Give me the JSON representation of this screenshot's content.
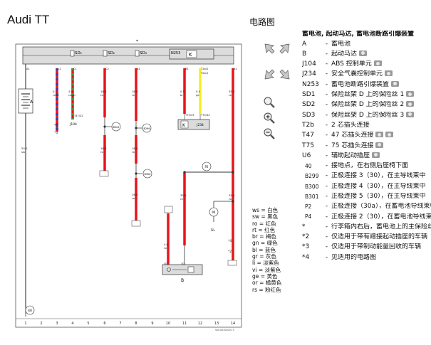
{
  "header": {
    "model": "Audi TT",
    "diagram_label": "电路图"
  },
  "legend": {
    "title": "蓄电池, 起动马达, 蓄电池断路引爆装置",
    "items": [
      {
        "code": "A",
        "dash": "-",
        "desc": "蓄电池",
        "photo": false
      },
      {
        "code": "B",
        "dash": "-",
        "desc": "起动马达",
        "photo": true
      },
      {
        "code": "J104",
        "dash": "-",
        "desc": "ABS 控制单元",
        "photo": true
      },
      {
        "code": "J234",
        "dash": "-",
        "desc": "安全气囊控制单元",
        "photo": true
      },
      {
        "code": "N253",
        "dash": "-",
        "desc": "蓄电池断路引爆装置",
        "photo": true
      },
      {
        "code": "SD1",
        "dash": "-",
        "desc": "保险丝架 D 上的保险丝 1",
        "photo": true
      },
      {
        "code": "SD2",
        "dash": "-",
        "desc": "保险丝架 D 上的保险丝 2",
        "photo": true
      },
      {
        "code": "SD3",
        "dash": "-",
        "desc": "保险丝架 D 上的保险丝 3",
        "photo": true
      },
      {
        "code": "T2b",
        "dash": "-",
        "desc": "2 芯插头连接",
        "photo": false
      },
      {
        "code": "T47",
        "dash": "-",
        "desc": "47 芯插头连接",
        "photo": true,
        "photo2": true
      },
      {
        "code": "T75",
        "dash": "-",
        "desc": "75 芯插头连接",
        "photo": true
      },
      {
        "code": "U6",
        "dash": "-",
        "desc": "辅助起动插座",
        "photo": true
      },
      {
        "code": "40",
        "dash": "-",
        "desc": "接地点，在右侧后座椅下面",
        "photo": false,
        "small": true
      },
      {
        "code": "B299",
        "dash": "-",
        "desc": "正极连接 3（30），在主导线束中",
        "photo": false,
        "small": true
      },
      {
        "code": "B300",
        "dash": "-",
        "desc": "正极连接 4（30），在主导线束中",
        "photo": false,
        "small": true
      },
      {
        "code": "B301",
        "dash": "-",
        "desc": "正极连接 5（30），在主导线束中",
        "photo": false,
        "small": true
      },
      {
        "code": "P2",
        "dash": "-",
        "desc": "正极连接（30a），在蓄电池导线束中",
        "photo": false,
        "small": true
      },
      {
        "code": "P4",
        "dash": "-",
        "desc": "正极连接 2（30），在蓄电池导线束中",
        "photo": false,
        "small": true
      },
      {
        "code": "*",
        "dash": "-",
        "desc": "行李箱内右后，蓄电池上的主保险丝",
        "photo": false
      },
      {
        "code": "*2",
        "dash": "-",
        "desc": "仅适用于带有蹭接起动插座的车辆",
        "photo": false
      },
      {
        "code": "*3",
        "dash": "-",
        "desc": "仅适用于带制动能量回收的车辆",
        "photo": false
      },
      {
        "code": "*4",
        "dash": "-",
        "desc": "见适用的电路图",
        "photo": false
      }
    ]
  },
  "wire_colors": [
    {
      "code": "ws",
      "name": "白色"
    },
    {
      "code": "sw",
      "name": "黑色"
    },
    {
      "code": "ro",
      "name": "红色"
    },
    {
      "code": "rt",
      "name": "红色"
    },
    {
      "code": "br",
      "name": "褐色"
    },
    {
      "code": "gn",
      "name": "绿色"
    },
    {
      "code": "bl",
      "name": "蓝色"
    },
    {
      "code": "gr",
      "name": "灰色"
    },
    {
      "code": "li",
      "name": "淡紫色"
    },
    {
      "code": "vi",
      "name": "淡紫色"
    },
    {
      "code": "ge",
      "name": "黄色"
    },
    {
      "code": "or",
      "name": "橘黄色"
    },
    {
      "code": "rs",
      "name": "粉红色"
    }
  ],
  "diagram": {
    "top_rail_marker": "*",
    "components": {
      "battery": "A",
      "starter": "B",
      "abs_unit": "J104",
      "airbag_unit": "J234",
      "cutoff_relay": "N253",
      "fuse1": "SD₁",
      "fuse2": "SD₂",
      "fuse3": "SD₃",
      "jump_post": "U₆"
    },
    "pins": {
      "a": "A1",
      "b": "C1",
      "c": "C1",
      "d": "C2",
      "e": "A1",
      "f": "B1",
      "g": "T2b/2",
      "h": "T2b/1",
      "i": "A1",
      "j": "T47/32",
      "k": "T75/33",
      "l": "T75/34",
      "m": "30",
      "n": "30"
    },
    "wire_labels": [
      {
        "key": "c1",
        "size": "50.0",
        "color": "sw"
      },
      {
        "key": "c3a",
        "size": "0.5",
        "color": "ro/bl"
      },
      {
        "key": "c4a",
        "size": "4.0",
        "color": "ro/gn"
      },
      {
        "key": "c6a",
        "size": "16.0",
        "color": "ro"
      },
      {
        "key": "c6b",
        "size": "16.0",
        "color": "ro"
      },
      {
        "key": "c8a",
        "size": "16.0",
        "color": "ro"
      },
      {
        "key": "c8b",
        "size": "16.0",
        "color": "ro"
      },
      {
        "key": "c8c",
        "size": "16.0",
        "color": "ro"
      },
      {
        "key": "c11",
        "size": "0.5",
        "color": "br"
      },
      {
        "key": "c12",
        "size": "0.5",
        "color": "ge"
      },
      {
        "key": "c12b",
        "size": "35.0",
        "color": "ro"
      },
      {
        "key": "c14a",
        "size": "35.0",
        "color": "ro"
      },
      {
        "key": "c14b",
        "size": "35.0",
        "color": "ro"
      },
      {
        "key": "c10",
        "size": "4.0",
        "color": "ro"
      }
    ],
    "connection_points": [
      "B301",
      "B299",
      "B300",
      "P2",
      "P4"
    ],
    "ground_point": "40",
    "references": {
      "r1": "*2",
      "r2": "*3",
      "r3": "*4",
      "r4": "*2"
    },
    "column_numbers": [
      "1",
      "2",
      "3",
      "4",
      "5",
      "6",
      "7",
      "8",
      "9",
      "10",
      "11",
      "12",
      "13",
      "14"
    ],
    "doc_id": "920-00302010 3"
  },
  "colors": {
    "wire_red": "#e8141a",
    "wire_yellow": "#f5f01e",
    "wire_blue": "#2a3fbf",
    "wire_green": "#3a9a3a",
    "rail_fill": "#dcdcdc",
    "line": "#333333"
  }
}
